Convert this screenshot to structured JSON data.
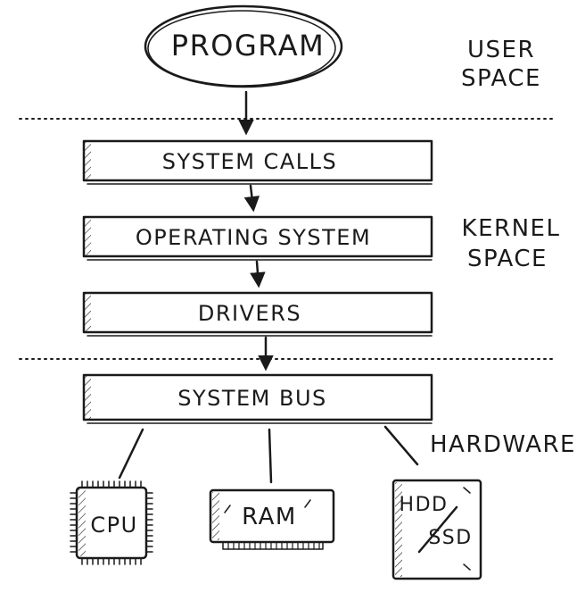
{
  "diagram": {
    "program": "PROGRAM",
    "layers": {
      "system_calls": "SYSTEM CALLS",
      "operating_system": "OPERATING SYSTEM",
      "drivers": "DRIVERS",
      "system_bus": "SYSTEM BUS"
    },
    "regions": {
      "user_space": [
        "USER",
        "SPACE"
      ],
      "kernel_space": [
        "KERNEL",
        "SPACE"
      ],
      "hardware": "HARDWARE"
    },
    "hardware_parts": {
      "cpu": "CPU",
      "ram": "RAM",
      "disk_top": "HDD",
      "disk_bottom": "SSD"
    },
    "colors": {
      "ink": "#1a1a1a",
      "background": "#ffffff"
    }
  }
}
